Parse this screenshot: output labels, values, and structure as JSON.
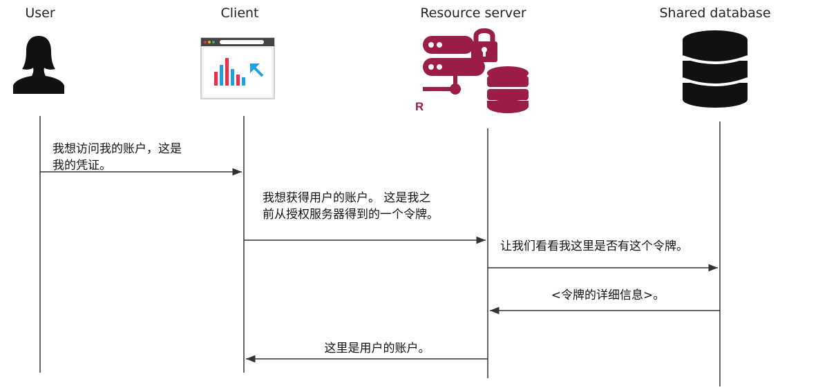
{
  "actors": [
    {
      "id": "user",
      "label": "User"
    },
    {
      "id": "client",
      "label": "Client"
    },
    {
      "id": "resource",
      "label": "Resource server",
      "badge": "R"
    },
    {
      "id": "db",
      "label": "Shared database"
    }
  ],
  "messages": [
    {
      "lines": [
        "我想访问我的账户，这是",
        "我的凭证。"
      ]
    },
    {
      "lines": [
        "我想获得用户的账户。 这是我之",
        "前从授权服务器得到的一个令牌。"
      ]
    },
    {
      "lines": [
        "让我们看看我这里是否有这个令牌。"
      ]
    },
    {
      "lines": [
        "<令牌的详细信息>。"
      ]
    },
    {
      "lines": [
        "这里是用户的账户。"
      ]
    }
  ],
  "colors": {
    "resource_accent": "#9b1c47",
    "line": "#333333",
    "client_blue": "#1ea0dc",
    "client_red": "#e8304e"
  },
  "icons": {
    "user": "user-icon",
    "client": "browser-chart-icon",
    "resource": "server-lock-database-icon",
    "db": "database-icon"
  }
}
